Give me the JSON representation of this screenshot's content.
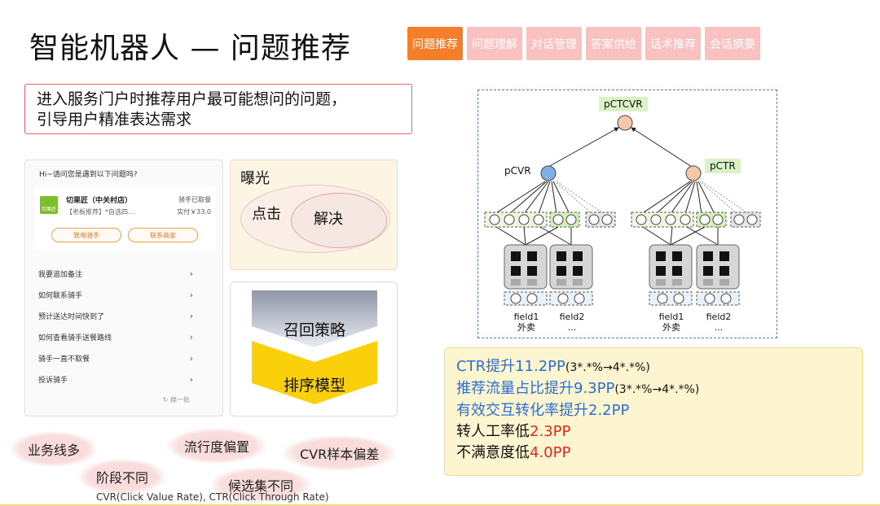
{
  "header": {
    "title": "智能机器人 — 问题推荐",
    "tabs": [
      {
        "label": "问题推荐",
        "active": true
      },
      {
        "label": "问题理解",
        "active": false
      },
      {
        "label": "对话管理",
        "active": false
      },
      {
        "label": "答案供给",
        "active": false
      },
      {
        "label": "话术推荐",
        "active": false
      },
      {
        "label": "会话摘要",
        "active": false
      }
    ]
  },
  "intro": {
    "line1": "进入服务门户时推荐用户最可能想问的问题，",
    "line2": "引导用户精准表达需求"
  },
  "phone": {
    "greeting": "Hi~请问您是遇到以下问题吗?",
    "store": {
      "logo_text": "切果匠",
      "name": "切果匠（中关村店）",
      "status": "骑手已取餐",
      "desc": "【老板推荐】*自选四...",
      "pay": "实付￥33.0"
    },
    "buttons": [
      "致电骑手",
      "联系商家"
    ],
    "questions": [
      "我要追加备注",
      "如何联系骑手",
      "预计送达时间快到了",
      "如何查看骑手送餐路线",
      "骑手一直不取餐",
      "投诉骑手"
    ],
    "refresh": "换一批",
    "chevron": "chevron-right-icon",
    "refresh_icon": "refresh-icon"
  },
  "exposure": {
    "exposure_label": "曝光",
    "click_label": "点击",
    "solve_label": "解决"
  },
  "funnel": {
    "recall": "召回策略",
    "rank": "排序模型"
  },
  "clouds": [
    "业务线多",
    "阶段不同",
    "流行度偏置",
    "候选集不同",
    "CVR样本偏差"
  ],
  "footnote": "CVR(Click Value Rate), CTR(Click Through Rate)",
  "diagram": {
    "top": "pCTCVR",
    "left_node": "pCVR",
    "right_node": "pCTR",
    "fields": [
      {
        "name": "field1",
        "sub": "外卖"
      },
      {
        "name": "field2",
        "sub": "..."
      },
      {
        "name": "field1",
        "sub": "外卖"
      },
      {
        "name": "field2",
        "sub": "..."
      }
    ]
  },
  "results": {
    "line1_main": "CTR提升11.2PP",
    "line1_note": "(3*.*%→4*.*%)",
    "line2_main": "推荐流量占比提升9.3PP",
    "line2_note": "(3*.*%→4*.*%)",
    "line3": "有效交互转化率提升2.2PP",
    "line4_text": "转人工率低",
    "line4_value": "2.3PP",
    "line5_text": "不满意度低",
    "line5_value": "4.0PP"
  },
  "colors": {
    "tab_active": "#f47e2a",
    "tab_inactive": "#f9c2c0",
    "highlight_blue": "#2b6fd6",
    "highlight_red": "#e8261b"
  }
}
